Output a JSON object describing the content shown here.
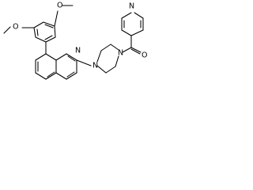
{
  "molecule": {
    "atoms": {
      "o_top": "O",
      "ch3_top": "",
      "o_left": "O",
      "ch3_left": "",
      "n_quinoline": "N",
      "n_piperazine_left": "N",
      "n_piperazine_right": "N",
      "o_carbonyl": "O",
      "n_pyridine": "N"
    }
  }
}
